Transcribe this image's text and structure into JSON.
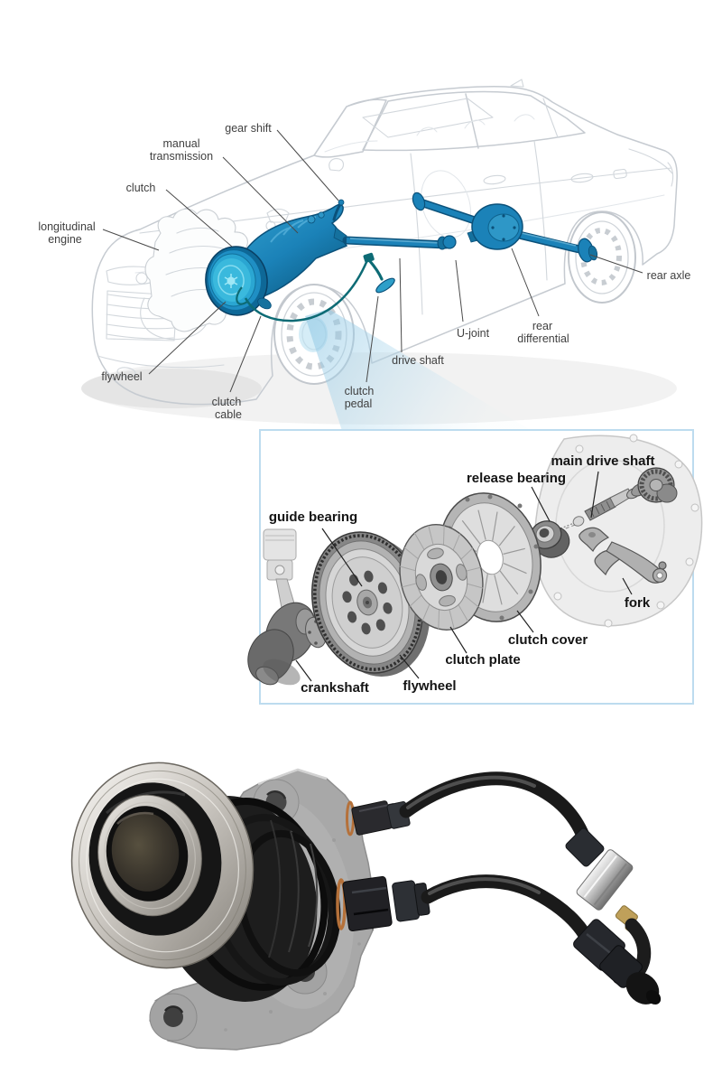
{
  "page": {
    "title": "Manual transmission drivetrain diagram, clutch exploded view, and clutch release bearing photo"
  },
  "car_cutaway": {
    "labels": {
      "gear_shift": "gear shift",
      "manual_transmission": [
        "manual",
        "transmission"
      ],
      "clutch": "clutch",
      "longitudinal_engine": [
        "longitudinal",
        "engine"
      ],
      "flywheel": "flywheel",
      "clutch_cable": [
        "clutch",
        "cable"
      ],
      "clutch_pedal": [
        "clutch",
        "pedal"
      ],
      "drive_shaft": "drive shaft",
      "u_joint": "U-joint",
      "rear_differential": [
        "rear",
        "differential"
      ],
      "rear_axle": "rear axle"
    },
    "colors": {
      "drivetrain_blue": "#1b82b8",
      "clutch_face_cyan": "#3ab9dd",
      "cable_teal": "#0d6b75",
      "car_line_gray": "#c6cbd1",
      "headlight_beam_blue": "#8ec7e4",
      "label_text": "#3f3f3f"
    }
  },
  "clutch_exploded": {
    "labels": {
      "guide_bearing": "guide bearing",
      "release_bearing": "release bearing",
      "main_drive_shaft": "main drive shaft",
      "fork": "fork",
      "clutch_cover": "clutch cover",
      "clutch_plate": "clutch plate",
      "flywheel": "flywheel",
      "crankshaft": "crankshaft"
    },
    "colors": {
      "box_border": "#bddcef",
      "label_text": "#141414",
      "part_gray": "#b5b5b5"
    }
  },
  "photo": {
    "subject": "hydraulic clutch release bearing with two hydraulic pipes",
    "colors": {
      "bearing_silver": "#c9c5bf",
      "seal_black": "#181818",
      "housing_gray": "#a8a8a8",
      "hose_black": "#222222",
      "chrome_fitting": "#d9d9d9",
      "brass_fitting": "#bfa256",
      "copper_washer": "#b5713a"
    }
  }
}
